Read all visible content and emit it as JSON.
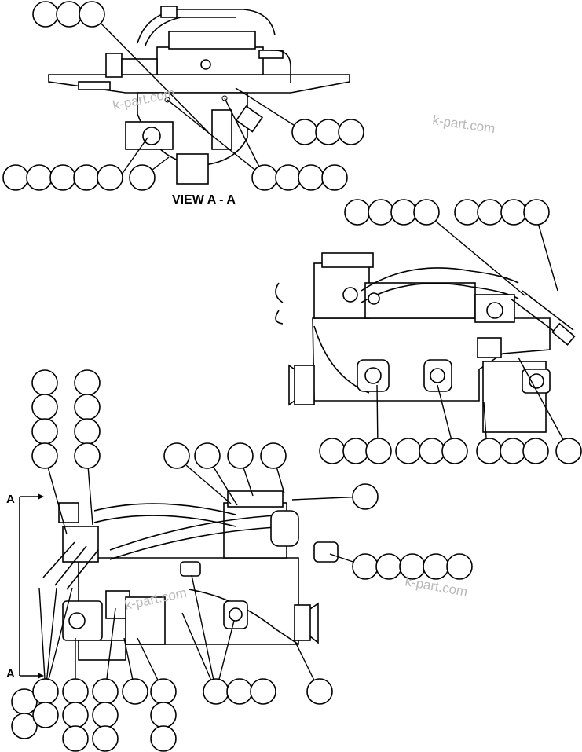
{
  "view_label": "VIEW A - A",
  "section_marker": "A",
  "watermark": "k-part.com",
  "colors": {
    "ink": "#000000",
    "paper": "#ffffff",
    "watermark": "#b8b8b8"
  }
}
